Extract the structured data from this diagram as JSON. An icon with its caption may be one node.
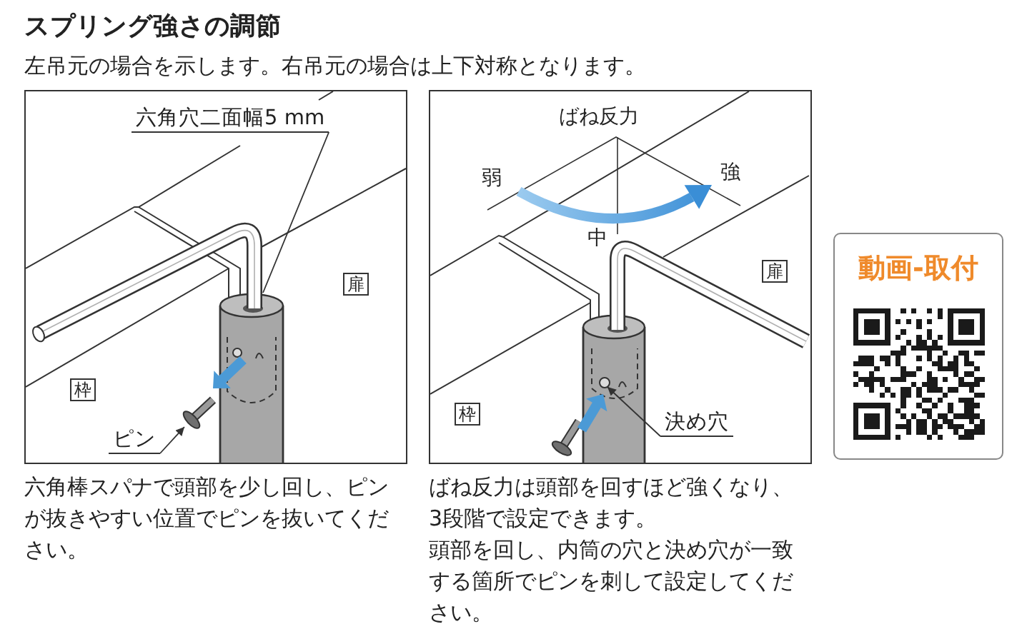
{
  "diagram": {
    "title": "スプリング強さの調節",
    "nodes": [
      {
        "text": [],
        "shape": "picture",
        "beside": [
          "六角棒スパナで頭部を少し回し、ピンが抜きやすい位置でピンを抜いてください。"
        ]
      },
      {
        "text": [
          "六角穴二面幅5 mm"
        ],
        "in": 0
      },
      {
        "text": [
          "扉"
        ],
        "in": 0
      },
      {
        "text": [
          "枠"
        ],
        "in": 0
      },
      {
        "text": [
          "ピン"
        ],
        "in": 0
      },
      {
        "text": [],
        "shape": "picture",
        "beside": [
          "ばね反力は頭部を回すほど強くなり、3段階で設定できます。",
          "頭部を回し、内筒の穴と決め穴が一致する箇所でピンを刺して設定してください。"
        ]
      },
      {
        "text": [
          "扉"
        ],
        "in": 5
      },
      {
        "text": [
          "枠"
        ],
        "in": 5
      },
      {
        "text": [
          "決め穴"
        ],
        "in": 5
      },
      {
        "text": [
          "動画-取付"
        ]
      }
    ],
    "edges": [
      {
        "from": 1,
        "to": null,
        "arrow": "none"
      },
      {
        "from": 4,
        "to": null,
        "arrow": "to"
      },
      {
        "from": 8,
        "to": null,
        "arrow": "to"
      }
    ],
    "labels": [
      "左吊元の場合を示します。右吊元の場合は上下対称となります。",
      "ばね反力",
      "弱",
      "強",
      "中"
    ]
  }
}
